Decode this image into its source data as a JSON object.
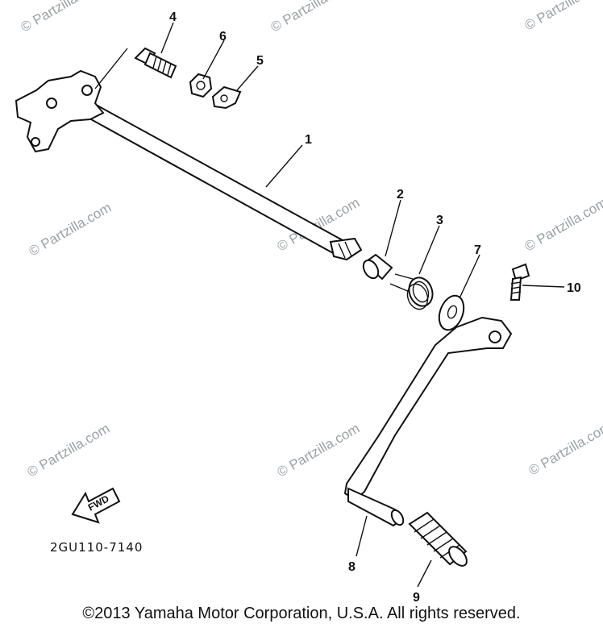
{
  "watermark": "© Partzilla.com",
  "diagram_code": "2GU110-7140",
  "fwd_label": "FWD",
  "copyright": "©2013  Yamaha Motor Corporation, U.S.A. All rights reserved.",
  "callouts": {
    "c1": "1",
    "c2": "2",
    "c3": "3",
    "c4": "4",
    "c5": "5",
    "c6": "6",
    "c7": "7",
    "c8": "8",
    "c9": "9",
    "c10": "10"
  }
}
